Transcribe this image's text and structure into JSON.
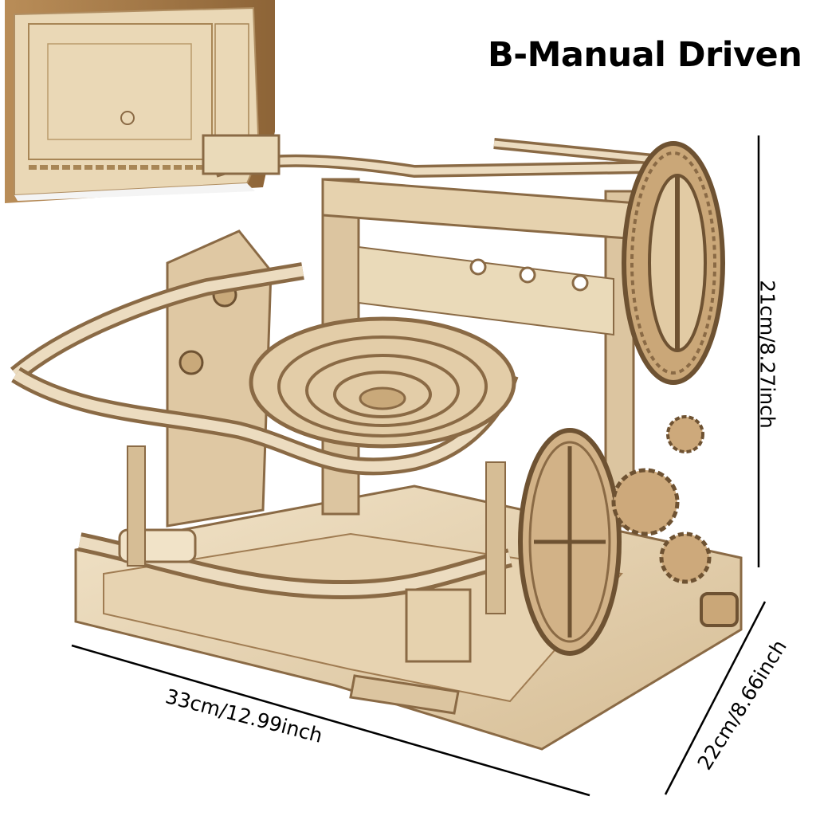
{
  "title": "B-Manual Driven",
  "dimensions": {
    "width": "33cm/12.99inch",
    "height": "21cm/8.27inch",
    "depth": "22cm/8.66inch"
  },
  "colors": {
    "wood_light": "#ecdcc0",
    "wood_mid": "#d8c09a",
    "wood_dark": "#8a6a45",
    "box_brown": "#a27a4c",
    "line": "#000000"
  },
  "images": {
    "product": "wooden-marble-run-model",
    "inset": "boxed-plywood-sheets"
  }
}
